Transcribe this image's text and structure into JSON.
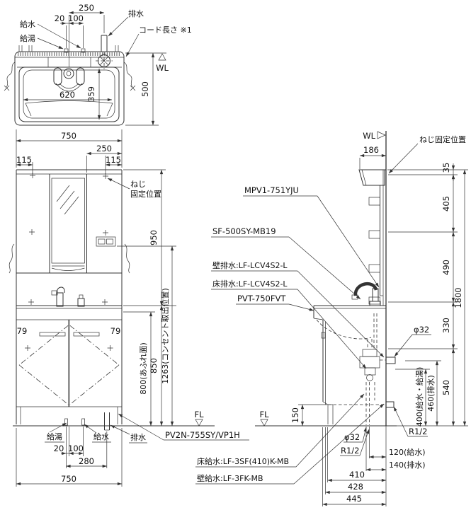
{
  "meta": {
    "ink": "#333333",
    "background": "#ffffff",
    "drawing_type": "洗面化粧台 設置図"
  },
  "labels": {
    "supply_water": "給水",
    "supply_hot": "給湯",
    "drain": "排水",
    "cord_length": "コード長さ ※1",
    "screw_fix_line1": "ねじ",
    "screw_fix_line2": "固定位置",
    "screw_fix_side": "ねじ固定位置",
    "wall_line": "WL",
    "floor_line": "FL"
  },
  "product_codes": {
    "mirror_cabinet": "MPV1-751YJU",
    "faucet": "SF-500SY-MB19",
    "wall_drain": "壁排水:LF-LCV4S2-L",
    "floor_drain": "床排水:LF-LCV4S2-L",
    "counter": "PVT-750FVT",
    "cabinet": "PV2N-755SY/VP1H",
    "floor_supply": "床給水:LF-3SF(410)K-MB",
    "wall_supply": "壁給水:LF-3FK-MB"
  },
  "top_view": {
    "d250": "250",
    "d20": "20",
    "d100": "100",
    "d620": "620",
    "d359": "359",
    "d500": "500"
  },
  "front_view": {
    "d750": "750",
    "d250": "250",
    "d115l": "115",
    "d115r": "115",
    "d950": "950",
    "d79l": "79",
    "d79r": "79",
    "d850": "850",
    "d800": "800(あふれ面)",
    "d1263": "1263(コンセント取出位置)",
    "d20": "20",
    "d100": "100",
    "d280": "280",
    "d750b": "750"
  },
  "side_view": {
    "d186": "186",
    "d35": "35",
    "d405": "405",
    "d490": "490",
    "d1800": "1800",
    "d330": "330",
    "d540": "540",
    "d150": "150",
    "d400": "400(給水・給湯)",
    "d460": "460(排水)",
    "d410": "410",
    "d428": "428",
    "d445": "445",
    "d120": "120(給水)",
    "d140": "140(排水)",
    "phi32_wall": "φ32",
    "phi32_floor": "φ32",
    "r12_wall": "R1/2",
    "r12_floor": "R1/2"
  }
}
